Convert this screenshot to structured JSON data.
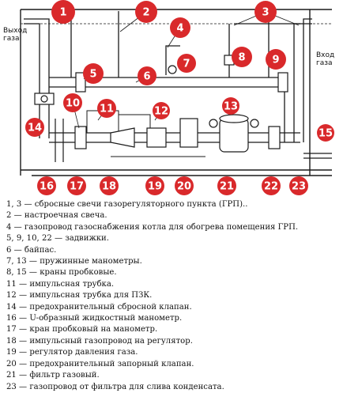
{
  "labels": {
    "outlet": [
      "Выход",
      "газа"
    ],
    "inlet": [
      "Вход",
      "газа"
    ]
  },
  "callouts": [
    "1",
    "2",
    "3",
    "4",
    "5",
    "6",
    "7",
    "8",
    "9",
    "10",
    "11",
    "12",
    "13",
    "14",
    "15",
    "16",
    "17",
    "18",
    "19",
    "20",
    "21",
    "22",
    "23"
  ],
  "legend": [
    "1, 3 — сбросные свечи газорегуляторного пункта (ГРП)..",
    "2 — настроечная свеча.",
    "4 — газопровод газоснабжения котла для обогрева помещения ГРП.",
    "5, 9, 10, 22 — задвижки.",
    "6 — байпас.",
    "7, 13 — пружинные манометры.",
    "8, 15 — краны пробковые.",
    "11 — импульсная трубка.",
    "12 — импульсная трубка для ПЗК.",
    "14 — предохранительный сбросной клапан.",
    "16 — U-образный жидкостный манометр.",
    "17 — кран пробковый на манометр.",
    "18 — импульсный газопровод на регулятор.",
    "19 — регулятор давления газа.",
    "20 — предохранительный запорный клапан.",
    "21 — фильтр газовый.",
    "23 — газопровод от фильтра для слива конденсата."
  ],
  "colors": {
    "callout": "#d9292b",
    "pipe": "#1a1a1a"
  }
}
